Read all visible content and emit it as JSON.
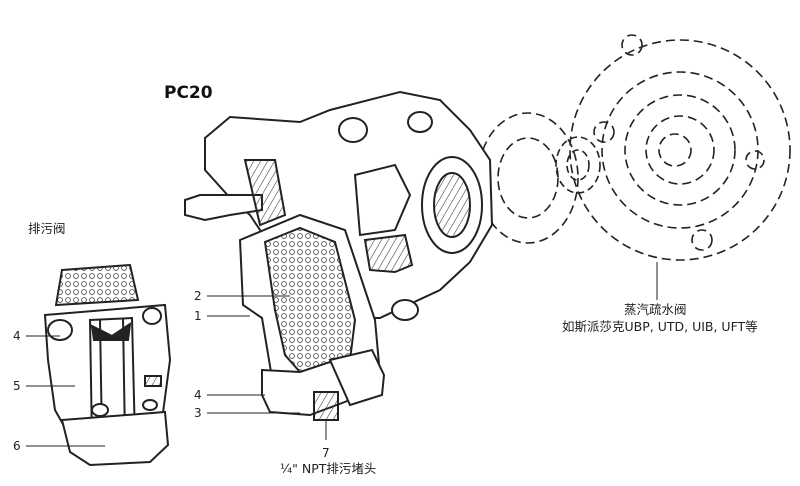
{
  "title": "PC20",
  "drain_valve_label": "排污阀",
  "callouts": {
    "left_4": "4",
    "left_5": "5",
    "left_6": "6",
    "mid_2": "2",
    "mid_1": "1",
    "mid_4": "4",
    "mid_3": "3",
    "bottom_7": "7"
  },
  "plug_label": "¼\" NPT排污堵头",
  "trap_label_line1": "蒸汽疏水阀",
  "trap_label_line2": "如斯派莎克UBP, UTD, UIB, UFT等"
}
